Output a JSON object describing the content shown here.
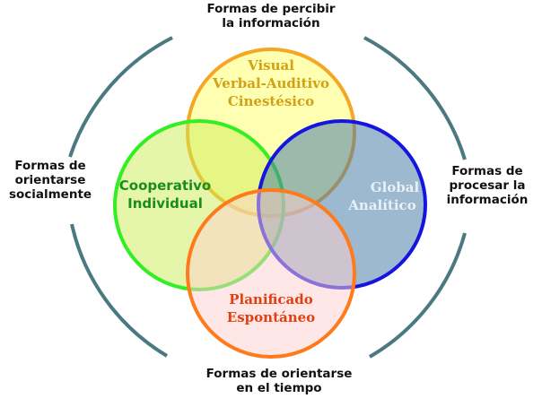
{
  "outer_labels": {
    "top": [
      "Formas de percibir",
      "la información"
    ],
    "left": [
      "Formas de",
      "orientarse",
      "socialmente"
    ],
    "right": [
      "Formas de",
      "procesar la",
      "información"
    ],
    "bottom": [
      "Formas de orientarse",
      "en el tiempo"
    ]
  },
  "circles": {
    "top": {
      "lines": [
        "Visual",
        "Verbal-Auditivo",
        "Cinestésico"
      ],
      "fill": "#ffff66",
      "stroke": "#f5a623",
      "text_color": "#d4a017"
    },
    "left": {
      "lines": [
        "Cooperativo",
        "Individual"
      ],
      "fill": "#ccee55",
      "stroke": "#33ee22",
      "text_color": "#1a8c1a"
    },
    "right": {
      "lines": [
        "Global",
        "Analítico"
      ],
      "fill": "#4a7fa8",
      "stroke": "#1515e0",
      "text_color": "#e8f0f8"
    },
    "bottom": {
      "lines": [
        "Planificado",
        "Espontáneo"
      ],
      "fill": "#ffd0d0",
      "stroke": "#ff7a1a",
      "text_color": "#e04010"
    }
  },
  "colors": {
    "outer_ring": "#4a7a80",
    "outer_text": "#111111"
  }
}
